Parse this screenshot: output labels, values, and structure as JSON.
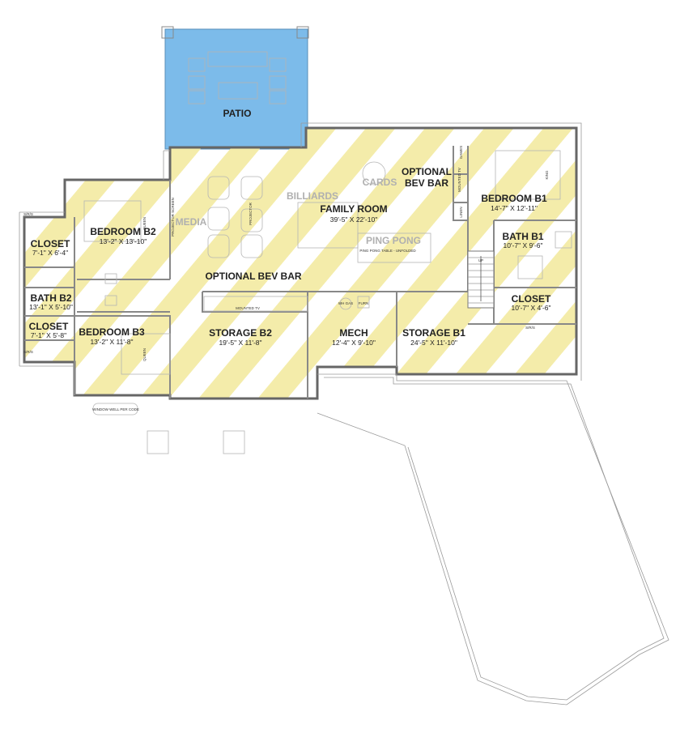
{
  "rooms": {
    "patio": {
      "name": "PATIO",
      "dims": ""
    },
    "family_room": {
      "name": "FAMILY ROOM",
      "dims": "39'-5\" X 22'-10\""
    },
    "optional_bev_bar_upper": {
      "name": "OPTIONAL",
      "name2": "BEV BAR"
    },
    "bedroom_b1": {
      "name": "BEDROOM B1",
      "dims": "14'-7\" X 12'-11\""
    },
    "bath_b1": {
      "name": "BATH B1",
      "dims": "10'-7\" X 9'-6\""
    },
    "closet_b1": {
      "name": "CLOSET",
      "dims": "10'-7\" X 4'-6\""
    },
    "bedroom_b2": {
      "name": "BEDROOM B2",
      "dims": "13'-2\" X 13'-10\""
    },
    "closet_top": {
      "name": "CLOSET",
      "dims": "7'-1\" X 6'-4\""
    },
    "bath_b2": {
      "name": "BATH B2",
      "dims": "13'-1\" X 5'-10\""
    },
    "closet_bottom": {
      "name": "CLOSET",
      "dims": "7'-1\" X 5'-8\""
    },
    "bedroom_b3": {
      "name": "BEDROOM B3",
      "dims": "13'-2\" X 11'-8\""
    },
    "optional_bev_bar": {
      "name": "OPTIONAL BEV BAR"
    },
    "storage_b2": {
      "name": "STORAGE B2",
      "dims": "19'-5\" X 11'-8\""
    },
    "mech": {
      "name": "MECH",
      "dims": "12'-4\" X 9'-10\""
    },
    "storage_b1": {
      "name": "STORAGE B1",
      "dims": "24'-5\" X 11'-10\""
    }
  },
  "fixture_labels": {
    "cards": "CARDS",
    "billiards": "BILLIARDS",
    "media": "MEDIA",
    "ping_pong": "PING PONG"
  },
  "small_labels": {
    "ping_pong_table": "PING PONG TABLE - UNFOLDED",
    "mounted_tv": "MOUNTED TV",
    "games": "GAMES",
    "linen": "LINEN",
    "projector_screen": "PROJECTOR SCREEN",
    "projector": "PROJECTOR",
    "window_well": "WINDOW WELL PER CODE",
    "queen_b2": "QUEEN",
    "queen_b3": "QUEEN",
    "king": "KING",
    "mounted_tv_b1": "MOUNTED TV",
    "furn": "FURN",
    "wh_gas": "WH GAS",
    "up": "UP",
    "shelf_1": "S/R/S",
    "shelf_2": "S/R/S",
    "shelf_3": "S/R/S"
  },
  "colors": {
    "patio_fill": "#7cbbea",
    "stripe": "#f3eba4",
    "wall": "#666666"
  }
}
